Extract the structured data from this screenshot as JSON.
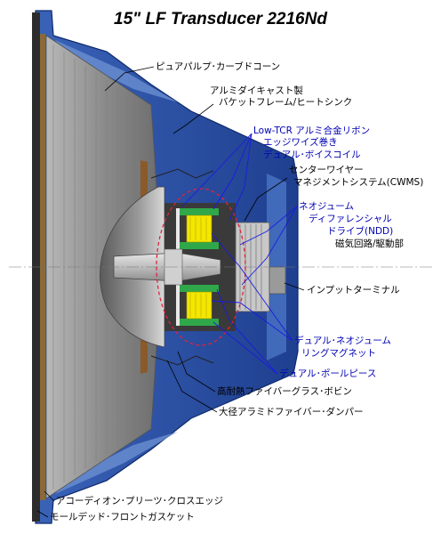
{
  "title": "15\" LF Transducer 2216Nd",
  "labels": {
    "cone": "ピュアパルプ･カーブドコーン",
    "frame1": "アルミダイキャスト製",
    "frame2": "バケットフレーム/ヒートシンク",
    "coil1": "Low-TCR アルミ合金リボン",
    "coil2": "エッジワイズ巻き",
    "coil3": "デュアル･ボイスコイル",
    "cwms1": "センターワイヤー",
    "cwms2": "マネジメントシステム(CWMS)",
    "ndd1": "ネオジューム",
    "ndd2": "ディファレンシャル",
    "ndd3": "ドライブ(NDD)",
    "ndd4": "磁気回路/駆動部",
    "terminal": "インプットターミナル",
    "magnet1": "デュアル･ネオジューム",
    "magnet2": "リングマグネット",
    "pole": "デュアル･ポールピース",
    "bobbin": "高耐熱ファイバーグラス･ボビン",
    "damper": "大径アラミドファイバー･ダンパー",
    "edge": "アコーディオン･プリーツ･クロスエッジ",
    "gasket": "モールデッド･フロントガスケット"
  },
  "colors": {
    "frame": "#2d55a8",
    "frame_light": "#6f93d3",
    "cone": "#9a9a9a",
    "magnet_yellow": "#f3e600",
    "steel_green": "#2fa84a",
    "bobbin_brown": "#8a5a2a",
    "callout_blue": "#0000b4",
    "highlight_red": "#e0233a"
  }
}
